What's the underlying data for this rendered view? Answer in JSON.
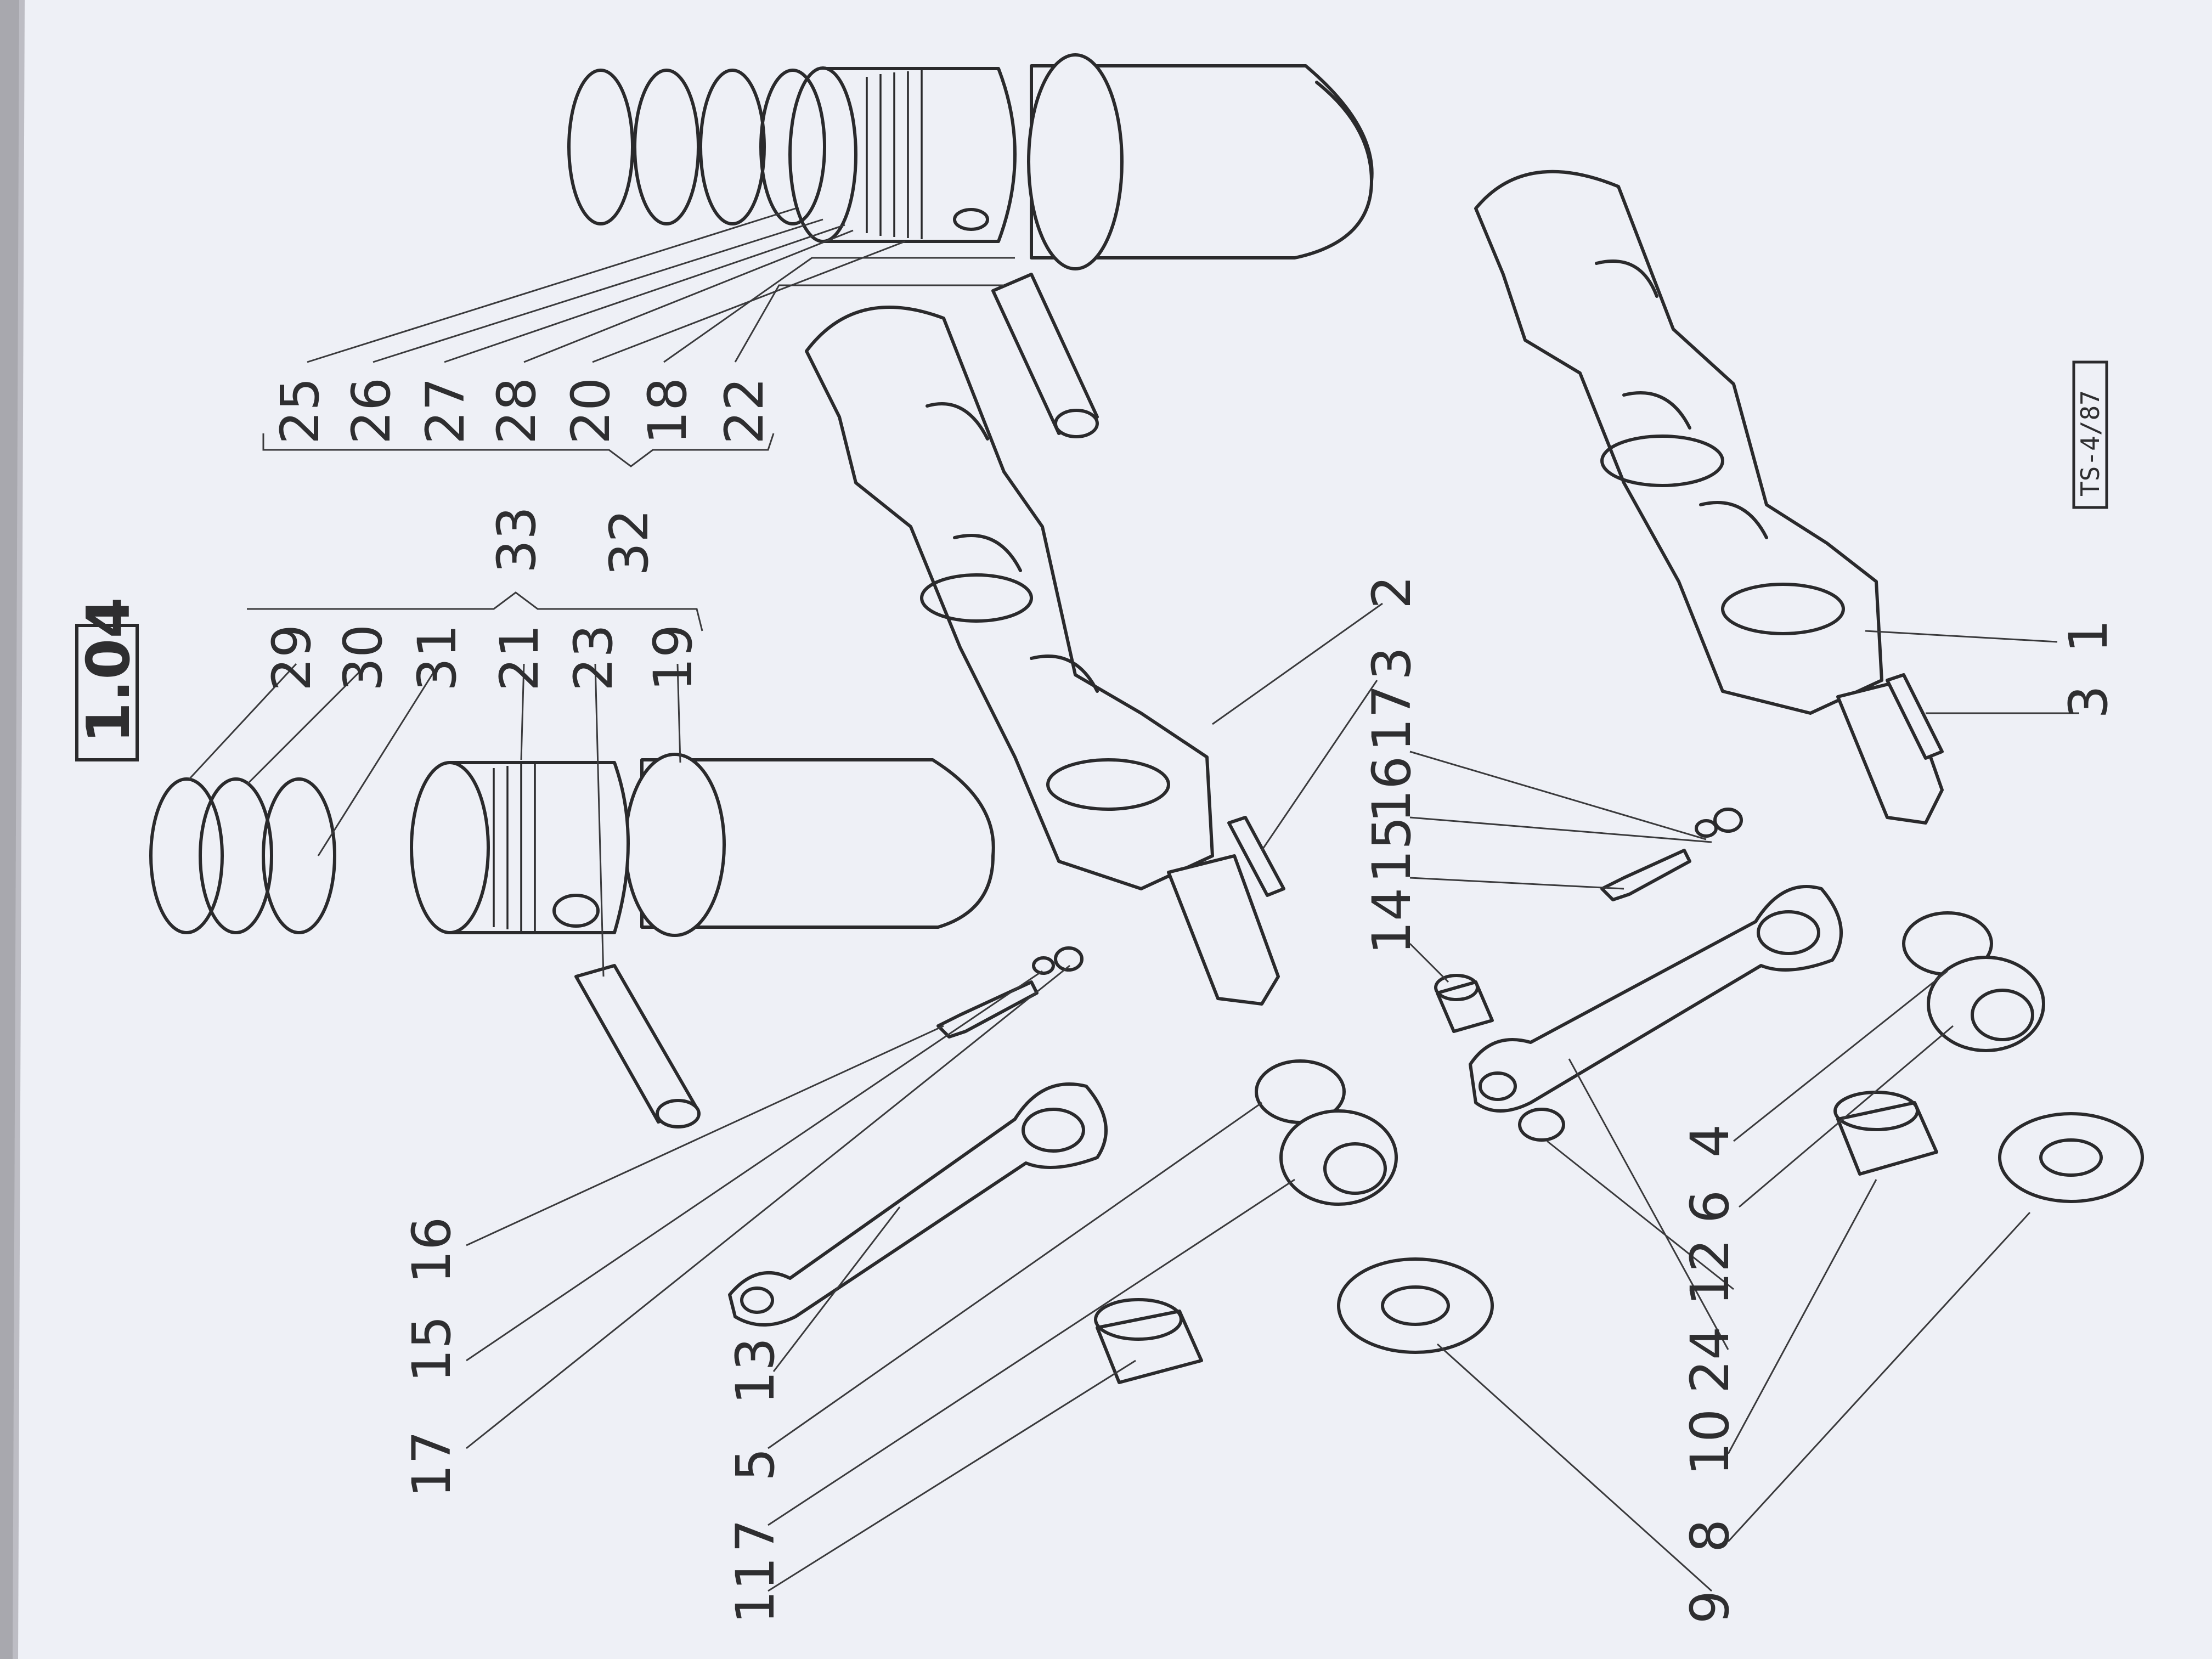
{
  "figure": {
    "reference": "1.04",
    "document_code": "TS-4/87",
    "bracket_labels": {
      "upper_group": "33",
      "lower_group": "32"
    },
    "left_assembly_labels": [
      "29",
      "30",
      "31",
      "21",
      "23",
      "19",
      "16",
      "15",
      "17",
      "13",
      "5",
      "7",
      "11"
    ],
    "right_assembly_labels": [
      "25",
      "26",
      "27",
      "28",
      "20",
      "18",
      "22",
      "2",
      "3",
      "17",
      "16",
      "15",
      "14",
      "4",
      "6",
      "12",
      "24",
      "10",
      "8",
      "9",
      "3",
      "1"
    ]
  },
  "colors": {
    "paper": "#eef0f6",
    "ink": "#2a2a2c",
    "shadow": "#a8a8ae"
  },
  "icons": [
    "piston-ring-icon",
    "piston-icon",
    "cylinder-liner-icon",
    "piston-pin-icon",
    "crankshaft-icon",
    "connecting-rod-icon",
    "bolt-icon",
    "nut-icon",
    "washer-icon",
    "gear-icon",
    "bearing-shell-icon",
    "thrust-washer-icon",
    "key-icon"
  ]
}
